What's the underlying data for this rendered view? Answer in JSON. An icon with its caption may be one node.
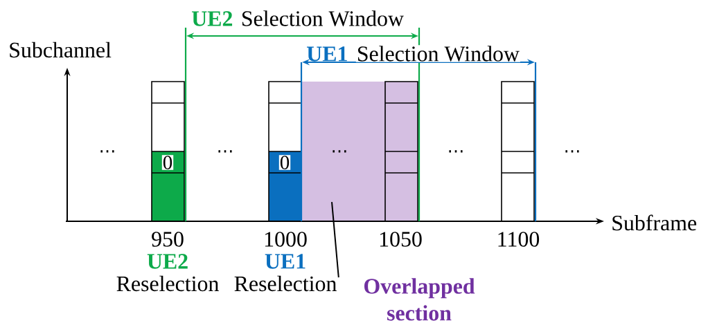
{
  "diagram": {
    "nodes": [
      {
        "text": [
          "Overlapped section"
        ]
      },
      {
        "text": [],
        "shape": "box"
      }
    ],
    "edges": [
      {
        "from": 0,
        "to": 1,
        "arrow": "none"
      }
    ],
    "labels": [
      "UE2",
      "Selection Window",
      "Subchannel",
      "UE1",
      "Selection Window",
      "⋯",
      "⋯",
      "⋯",
      "⋯",
      "⋯",
      "0",
      "0",
      "Subframe",
      "950",
      "1000",
      "1050",
      "1100",
      "UE2",
      "Reselection",
      "UE1",
      "Reselection"
    ]
  }
}
